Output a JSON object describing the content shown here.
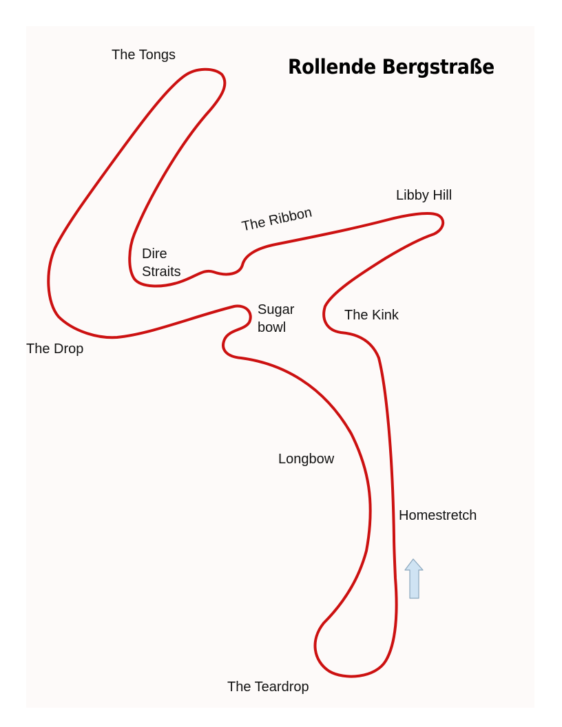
{
  "map": {
    "title": "Rollende Bergstraße",
    "track_color": "#cc1111",
    "arrow_color": "#cfe3f3",
    "arrow_icon": "up-arrow-icon",
    "corners": {
      "tongs": "The Tongs",
      "dire_line1": "Dire",
      "dire_line2": "Straits",
      "ribbon": "The Ribbon",
      "libby_hill": "Libby Hill",
      "sugar_line1": "Sugar",
      "sugar_line2": "bowl",
      "kink": "The Kink",
      "drop": "The Drop",
      "longbow": "Longbow",
      "homestretch": "Homestretch",
      "teardrop": "The Teardrop"
    }
  }
}
